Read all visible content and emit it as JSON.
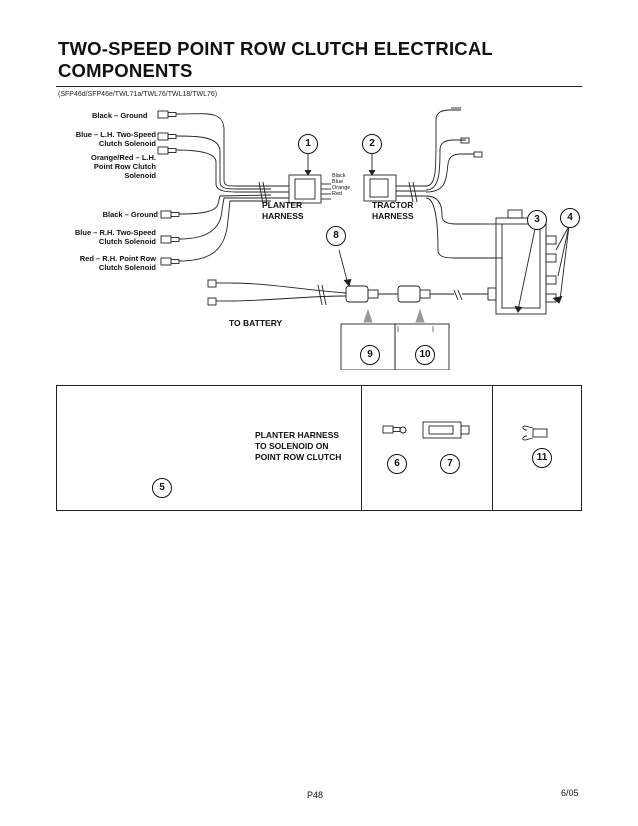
{
  "header": {
    "title": "TWO-SPEED POINT ROW CLUTCH ELECTRICAL COMPONENTS",
    "models": "(SFP46d/SFP46e/TWL71a/TWL76/TWL18/TWL76)"
  },
  "wire_labels": {
    "black_ground_1": "Black – Ground",
    "blue_lh": "Blue – L.H. Two-Speed\nClutch Solenoid",
    "orange_red_lh": "Orange/Red – L.H.\nPoint Row Clutch\nSolenoid",
    "black_ground_2": "Black – Ground",
    "blue_rh": "Blue – R.H. Two-Speed\nClutch Solenoid",
    "red_rh": "Red – R.H. Point Row\nClutch Solenoid"
  },
  "connector_colors": [
    "Black",
    "Blue",
    "Orange",
    "Red"
  ],
  "harness_labels": {
    "planter": "PLANTER\nHARNESS",
    "tractor": "TRACTOR\nHARNESS",
    "battery": "TO BATTERY"
  },
  "callouts": {
    "c1": "1",
    "c2": "2",
    "c3": "3",
    "c4": "4",
    "c5": "5",
    "c6": "6",
    "c7": "7",
    "c8": "8",
    "c9": "9",
    "c10": "10",
    "c11": "11"
  },
  "parts_caption": "PLANTER HARNESS\nTO SOLENOID ON\nPOINT ROW CLUTCH",
  "footer": {
    "page": "P48",
    "date": "6/05"
  }
}
